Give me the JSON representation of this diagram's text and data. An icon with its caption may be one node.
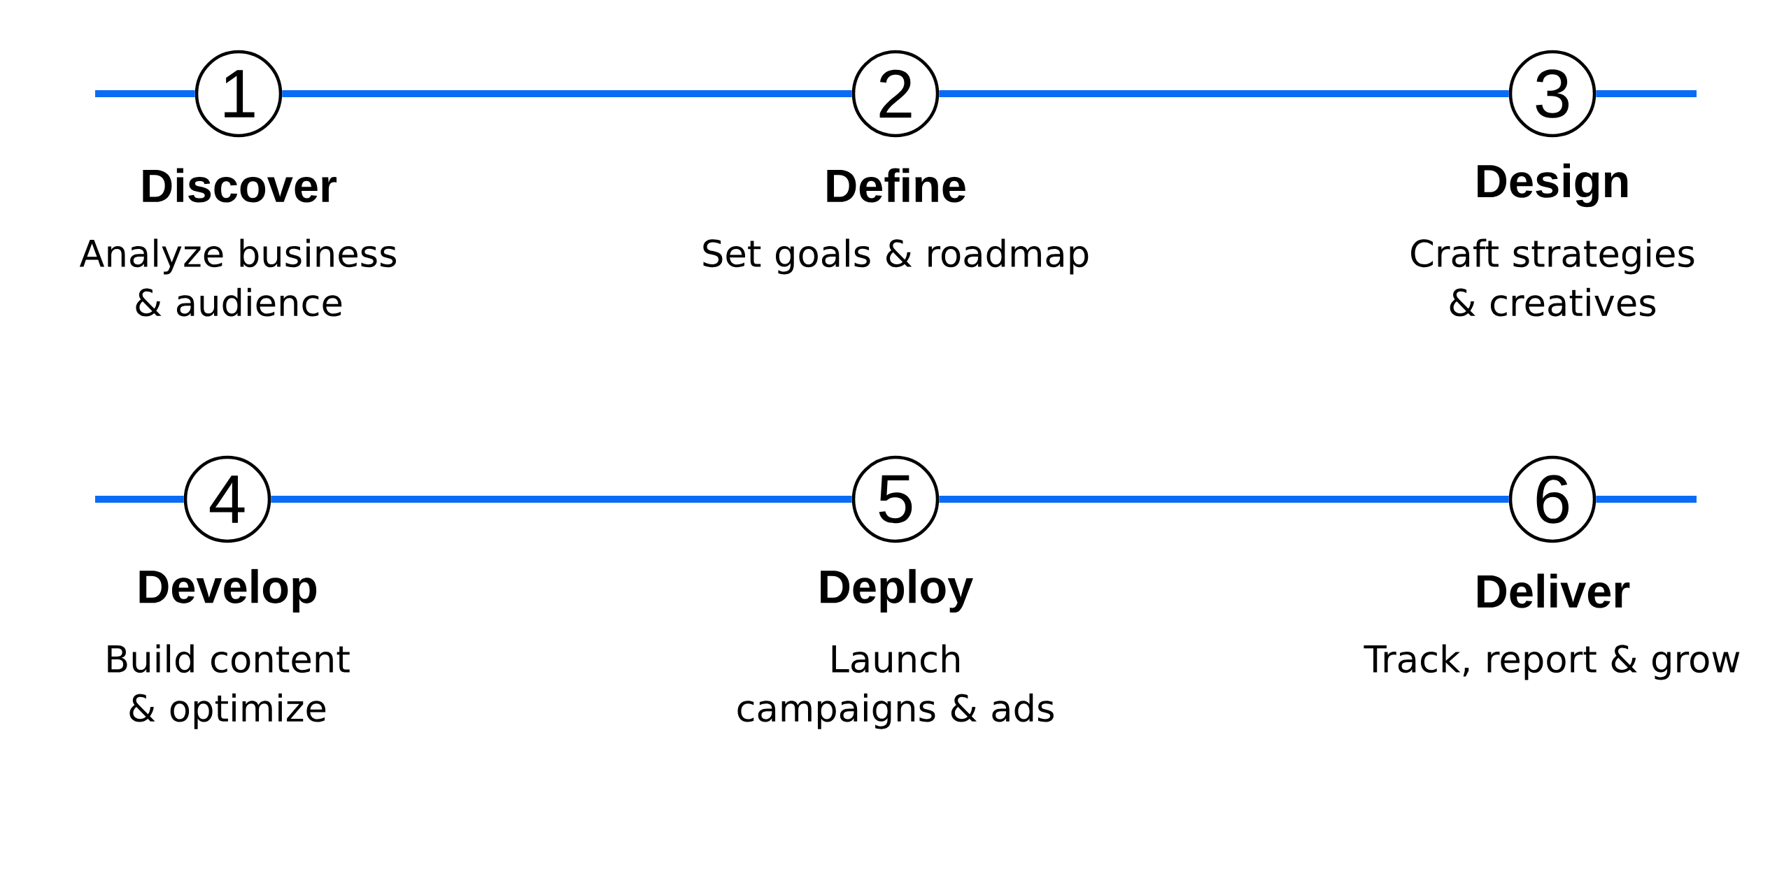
{
  "diagram": {
    "nodes": [
      {
        "text": [
          "1"
        ],
        "beside": [
          "Discover",
          "Analyze business & audience"
        ]
      },
      {
        "text": [
          "2"
        ],
        "beside": [
          "Define",
          "Set goals & roadmap"
        ]
      },
      {
        "text": [
          "3"
        ],
        "beside": [
          "Design",
          "Craft strategies & creatives"
        ]
      },
      {
        "text": [
          "4"
        ],
        "beside": [
          "Develop",
          "Build content & optimize"
        ]
      },
      {
        "text": [
          "5"
        ],
        "beside": [
          "Deploy",
          "Launch campaigns & ads"
        ]
      },
      {
        "text": [
          "6"
        ],
        "beside": [
          "Deliver",
          "Track, report & grow"
        ]
      }
    ],
    "edges": [
      {
        "from": null,
        "to": 0,
        "arrow": "none"
      },
      {
        "from": 0,
        "to": 1,
        "arrow": "none"
      },
      {
        "from": 1,
        "to": 2,
        "arrow": "none"
      },
      {
        "from": 2,
        "to": null,
        "arrow": "none"
      },
      {
        "from": null,
        "to": 3,
        "arrow": "none"
      },
      {
        "from": 3,
        "to": 4,
        "arrow": "none"
      },
      {
        "from": 4,
        "to": 5,
        "arrow": "none"
      },
      {
        "from": 5,
        "to": null,
        "arrow": "none"
      }
    ]
  }
}
